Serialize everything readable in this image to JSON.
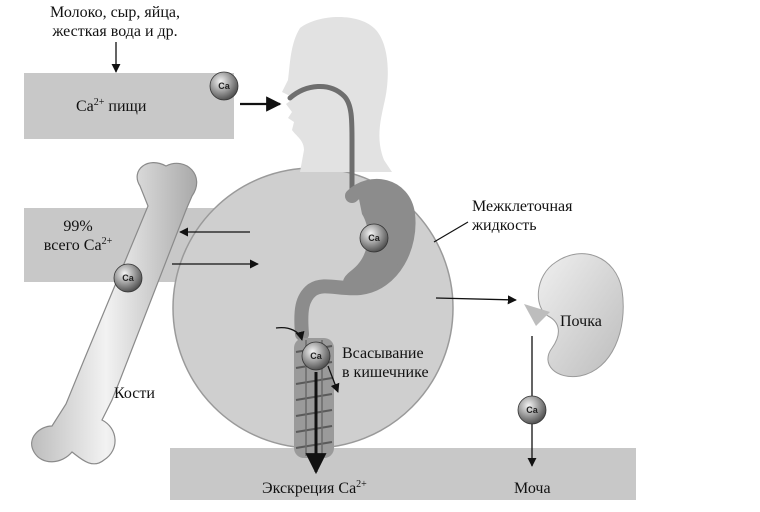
{
  "labels": {
    "source_line1": "Молоко, сыр, яйца,",
    "source_line2": "жесткая вода и др.",
    "food_base": "Ca",
    "food_sup": "2+",
    "food_suffix": " пищи",
    "bone_pct": "99%",
    "bone_total_prefix": "всего Ca",
    "bone_total_sup": "2+",
    "fluid_line1": "Межклеточная",
    "fluid_line2": "жидкость",
    "absorption_line1": "Всасывание",
    "absorption_line2": "в кишечнике",
    "bones": "Кости",
    "kidney": "Почка",
    "excretion_base": "Экскреция Ca",
    "excretion_sup": "2+",
    "urine": "Моча"
  },
  "ion": {
    "symbol": "Ca"
  },
  "colors": {
    "band": "#c8c8c8",
    "circle": "#cfcfcf",
    "body": "#e2e2e2",
    "tract": "#7a7a7a",
    "stomach": "#8c8c8c",
    "bone": "#dedede",
    "kidney": "#d9d9d9",
    "ion": "#9a9a9a",
    "line": "#111111"
  }
}
